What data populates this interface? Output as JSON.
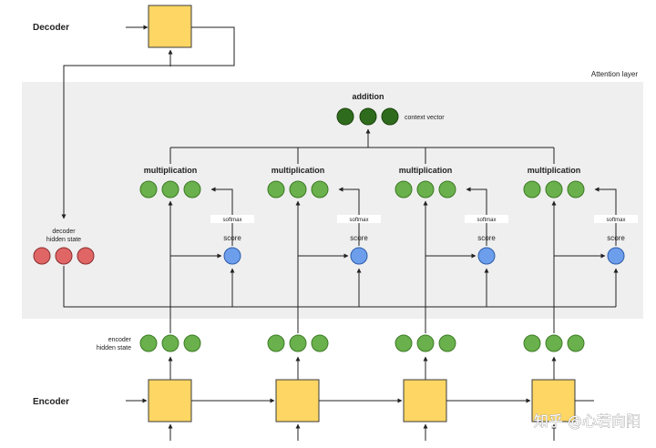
{
  "decoder_label": "Decoder",
  "encoder_label": "Encoder",
  "attention_layer_label": "Attention layer",
  "addition_label": "addition",
  "context_vector_label": "context vector",
  "decoder_hidden_state_label": [
    "decoder",
    "hidden state"
  ],
  "encoder_hidden_state_label": [
    "encoder",
    "hidden state"
  ],
  "multiplication_label": "multiplication",
  "softmax_label": "softmax",
  "score_label": "score",
  "watermark": "知乎 @心若向阳",
  "colors": {
    "panel": "#efefef",
    "box_fill": "#fdd663",
    "box_stroke": "#3c3c3c",
    "green": "#6ab04c",
    "dark_green": "#2f6b1c",
    "red": "#e06666",
    "blue": "#6d9eeb",
    "line": "#222222"
  },
  "columns": [
    "column-1",
    "column-2",
    "column-3",
    "column-4"
  ]
}
